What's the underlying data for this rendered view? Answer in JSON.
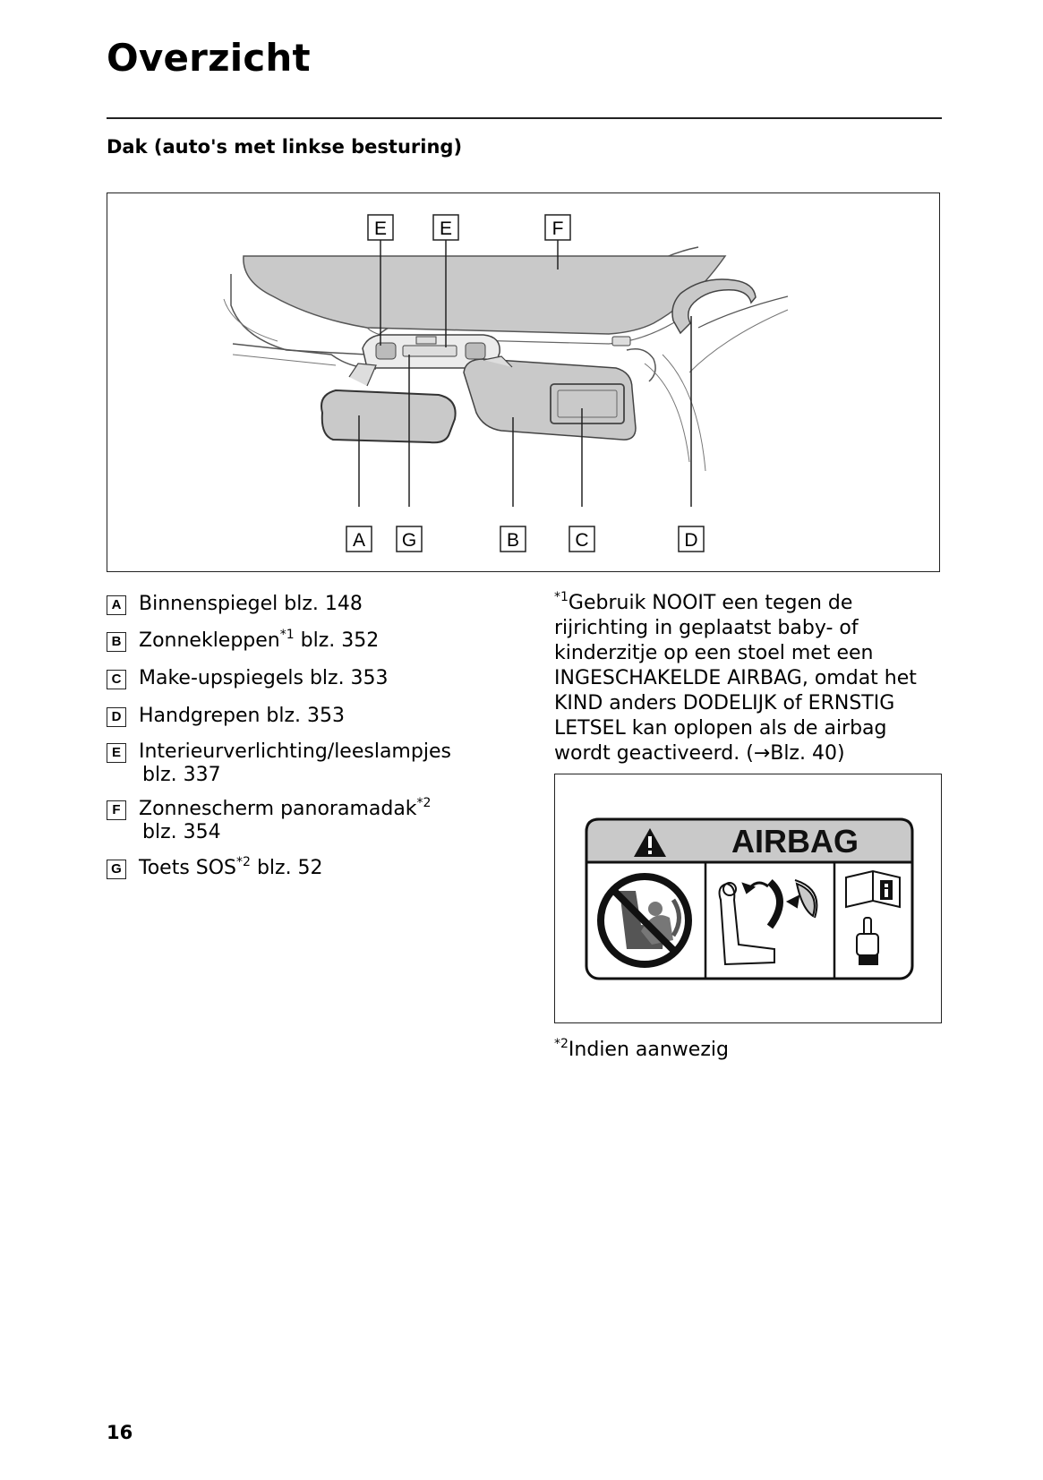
{
  "page": {
    "title": "Overzicht",
    "number": "16"
  },
  "section": {
    "heading": "Dak (auto's met linkse besturing)"
  },
  "figure": {
    "callouts": {
      "e1": "E",
      "e2": "E",
      "f": "F",
      "a": "A",
      "g": "G",
      "b": "B",
      "c": "C",
      "d": "D"
    }
  },
  "legend": {
    "items": [
      {
        "key": "A",
        "label": "Binnenspiegel blz. 148"
      },
      {
        "key": "B",
        "label": "Zonnekleppen",
        "sup": "*1",
        "page": " blz. 352"
      },
      {
        "key": "C",
        "label": "Make-upspiegels blz. 353"
      },
      {
        "key": "D",
        "label": "Handgrepen blz. 353"
      },
      {
        "key": "E",
        "label": "Interieurverlichting/leeslampjes",
        "cont": "blz. 337"
      },
      {
        "key": "F",
        "label": "Zonnescherm panoramadak",
        "sup": "*2",
        "cont": "blz. 354"
      },
      {
        "key": "G",
        "label": "Toets SOS",
        "sup": "*2",
        "page": " blz. 52"
      }
    ]
  },
  "footnotes": {
    "fn1_marker": "*1",
    "fn1_text": "Gebruik NOOIT een tegen de rijrichting in geplaatst baby- of kinderzitje op een stoel met een INGESCHAKELDE AIRBAG, omdat het KIND anders DODELIJK of ERNSTIG LETSEL kan oplopen als de airbag wordt geactiveerd. (→Blz. 40)",
    "fn2_marker": "*2",
    "fn2_text": "Indien aanwezig"
  },
  "warning_label": {
    "title": "AIRBAG"
  }
}
